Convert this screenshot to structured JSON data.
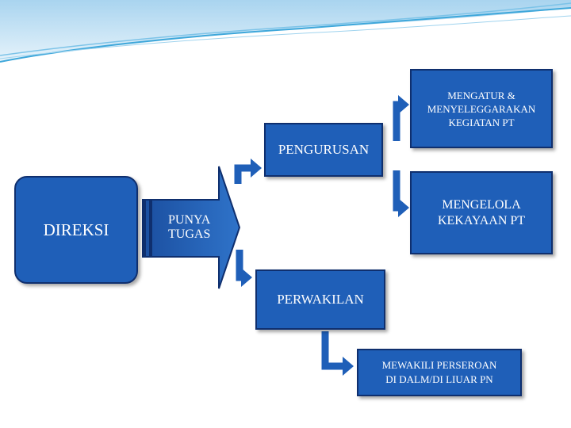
{
  "theme": {
    "box_fill": "#1f5fb8",
    "box_border": "#0f2f6e",
    "header_light": "#cfe6f6",
    "header_accent": "#3ea7da",
    "text_color": "#ffffff"
  },
  "diagram": {
    "direksi": "DIREKSI",
    "punya_tugas": "PUNYA\nTUGAS",
    "pengurusan": "PENGURUSAN",
    "mengatur": "MENGATUR &\nMENYELEGGARAKAN\nKEGIATAN  PT",
    "mengelola": "MENGELOLA\nKEKAYAAN  PT",
    "perwakilan": "PERWAKILAN",
    "mewakili": "MEWAKILI PERSEROAN\nDI DALM/DI LIUAR PN"
  }
}
